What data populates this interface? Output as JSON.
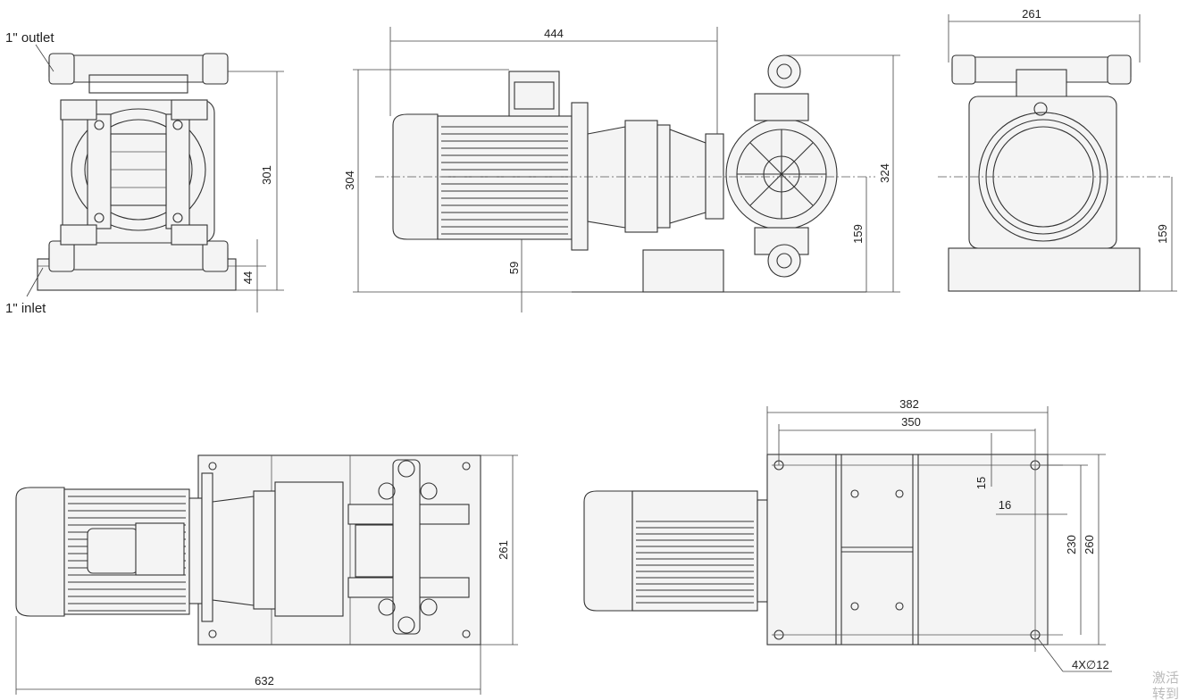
{
  "labels": {
    "outlet": "1\" outlet",
    "inlet": "1\" inlet",
    "holes": "4X∅12",
    "watermark_line1": "激活",
    "watermark_line2": "转到"
  },
  "dimensions": {
    "front_height": "301",
    "front_base": "44",
    "side_length": "444",
    "side_height": "304",
    "side_pump_height": "324",
    "side_center": "159",
    "side_foot": "59",
    "rear_width": "261",
    "rear_center": "159",
    "top_width": "261",
    "top_length": "632",
    "base_outer_length": "382",
    "base_hole_length": "350",
    "base_edge_y": "15",
    "base_edge_x": "16",
    "base_hole_width": "230",
    "base_width": "260"
  }
}
